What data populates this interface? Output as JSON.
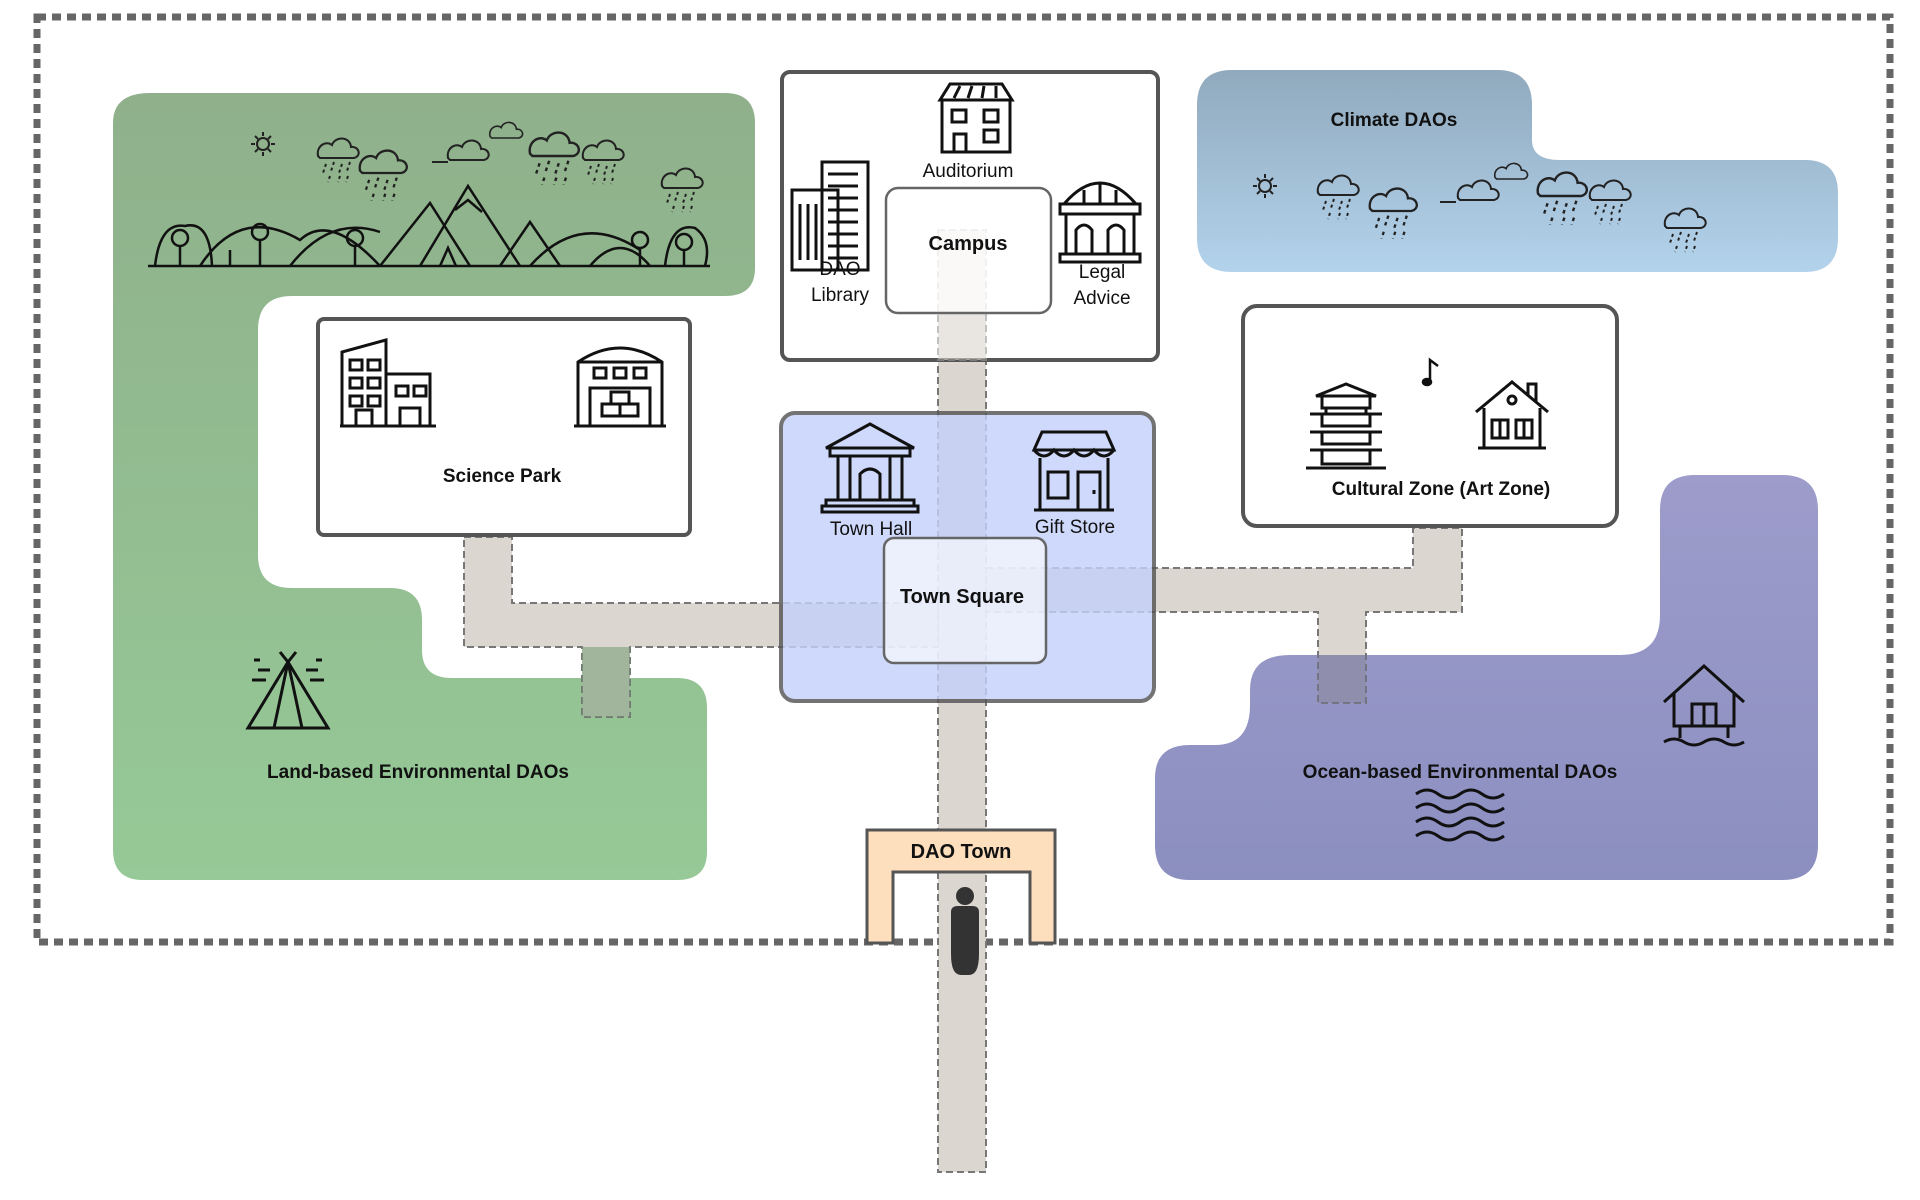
{
  "labels": {
    "campus": "Campus",
    "auditorium": "Auditorium",
    "dao_library_1": "DAO",
    "dao_library_2": "Library",
    "legal_advice_1": "Legal",
    "legal_advice_2": "Advice",
    "climate": "Climate DAOs",
    "science_park": "Science Park",
    "town_hall": "Town Hall",
    "gift_store": "Gift Store",
    "town_square": "Town Square",
    "cultural_zone": "Cultural Zone (Art Zone)",
    "land_daos": "Land-based Environmental DAOs",
    "ocean_daos": "Ocean-based Environmental DAOs",
    "dao_town": "DAO Town"
  },
  "colors": {
    "land": "#8fbf8a",
    "ocean": "#9090c0",
    "climate": "#a9c8de",
    "town_square_zone": "#c5d1fb",
    "road": "#dcd6d0",
    "gate": "#fddfbd",
    "border": "#555555"
  },
  "icons": [
    "sun-icon",
    "cloud-rain-icon",
    "landscape-icon",
    "office-building-icon",
    "warehouse-icon",
    "library-building-icon",
    "auditorium-icon",
    "legal-dome-icon",
    "town-hall-icon",
    "store-icon",
    "pagoda-icon",
    "house-icon",
    "music-note-icon",
    "tent-icon",
    "stilt-house-icon",
    "waves-icon",
    "person-icon"
  ]
}
